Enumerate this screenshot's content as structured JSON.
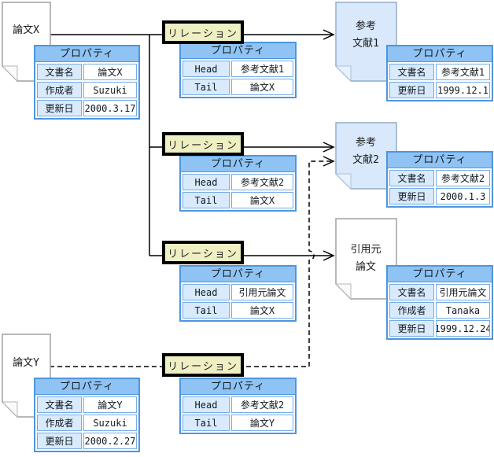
{
  "documents": [
    {
      "id": "docX",
      "label": "論文X"
    },
    {
      "id": "docY",
      "label": "論文Y"
    },
    {
      "id": "ref1",
      "label_line1": "参考",
      "label_line2": "文献1"
    },
    {
      "id": "ref2",
      "label_line1": "参考",
      "label_line2": "文献2"
    },
    {
      "id": "cite",
      "label_line1": "引用元",
      "label_line2": "論文"
    }
  ],
  "relations": [
    {
      "label": "リレーション"
    },
    {
      "label": "リレーション"
    },
    {
      "label": "リレーション"
    },
    {
      "label": "リレーション"
    }
  ],
  "tables": [
    {
      "id": "tableX",
      "header": "プロパティ",
      "rows": [
        {
          "label": "文書名",
          "value": "論文X"
        },
        {
          "label": "作成者",
          "value": "Suzuki"
        },
        {
          "label": "更新日",
          "value": "2000.3.17"
        }
      ]
    },
    {
      "id": "relT1",
      "header": "プロパティ",
      "rows": [
        {
          "label": "Head",
          "value": "参考文献1"
        },
        {
          "label": "Tail",
          "value": "論文X"
        }
      ]
    },
    {
      "id": "rt1",
      "header": "プロパティ",
      "rows": [
        {
          "label": "文書名",
          "value": "参考文献1"
        },
        {
          "label": "更新日",
          "value": "1999.12.1"
        }
      ]
    },
    {
      "id": "relT2",
      "header": "プロパティ",
      "rows": [
        {
          "label": "Head",
          "value": "参考文献2"
        },
        {
          "label": "Tail",
          "value": "論文X"
        }
      ]
    },
    {
      "id": "rt2",
      "header": "プロパティ",
      "rows": [
        {
          "label": "文書名",
          "value": "参考文献2"
        },
        {
          "label": "更新日",
          "value": "2000.1.3"
        }
      ]
    },
    {
      "id": "relT3",
      "header": "プロパティ",
      "rows": [
        {
          "label": "Head",
          "value": "引用元論文"
        },
        {
          "label": "Tail",
          "value": "論文X"
        }
      ]
    },
    {
      "id": "rt3",
      "header": "プロパティ",
      "rows": [
        {
          "label": "文書名",
          "value": "引用元論文"
        },
        {
          "label": "作成者",
          "value": "Tanaka"
        },
        {
          "label": "更新日",
          "value": "1999.12.24"
        }
      ]
    },
    {
      "id": "relT4",
      "header": "プロパティ",
      "rows": [
        {
          "label": "Head",
          "value": "参考文献2"
        },
        {
          "label": "Tail",
          "value": "論文Y"
        }
      ]
    },
    {
      "id": "tableY",
      "header": "プロパティ",
      "rows": [
        {
          "label": "文書名",
          "value": "論文Y"
        },
        {
          "label": "作成者",
          "value": "Suzuki"
        },
        {
          "label": "更新日",
          "value": "2000.2.27"
        }
      ]
    }
  ],
  "colors": {
    "table_header": "#8FC3F3",
    "table_label_cell": "#D9EAFC",
    "table_border": "#4E96E0",
    "relation_fill": "#EFEFC4",
    "doc_blue_fill": "#D9E8FA",
    "line": "#000000"
  }
}
